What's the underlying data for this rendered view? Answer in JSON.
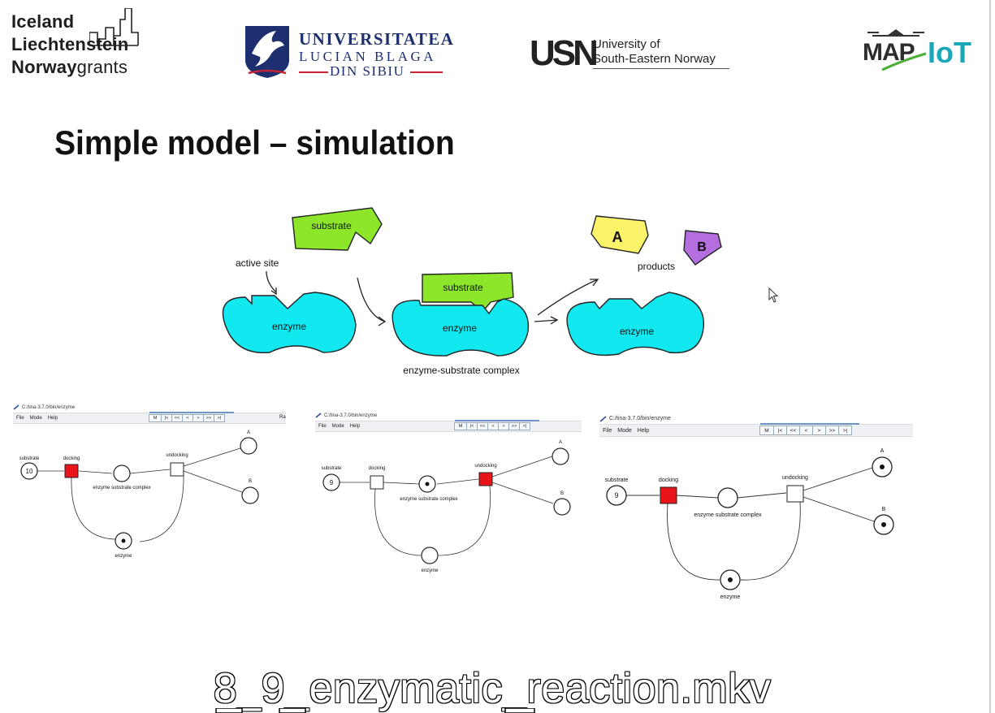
{
  "header": {
    "eea_grants": {
      "line1": "Iceland",
      "line2": "Liechtenstein",
      "line3_bold": "Norway",
      "line3_light": "grants"
    },
    "ulbs": {
      "line1": "UNIVERSITATEA",
      "line2": "LUCIAN BLAGA",
      "line3": "DIN SIBIU"
    },
    "usn": {
      "mark": "USN",
      "line1": "University of",
      "line2": "South-Eastern Norway"
    },
    "mapiot": {
      "text_left": "MAP",
      "text_right": "IoT"
    }
  },
  "slide": {
    "title": "Simple model – simulation"
  },
  "illustration": {
    "substrate_label": "substrate",
    "active_site_label": "active site",
    "enzyme_label": "enzyme",
    "complex_label": "enzyme-substrate complex",
    "product_a": "A",
    "product_b": "B",
    "products_label": "products"
  },
  "simulations": [
    {
      "title": "C:/tina-3.7.0/bin/enzyme",
      "menu": [
        "File",
        "Mode",
        "Help"
      ],
      "toolbar": [
        "M",
        "|<",
        "<<",
        "<",
        ">",
        ">>",
        ">|"
      ],
      "toolbar_extra": "Ra",
      "substrate_label": "substrate",
      "substrate_tokens": "10",
      "docking_label": "docking",
      "docking_enabled": true,
      "complex_label": "enzyme substrate complex",
      "complex_token": false,
      "undocking_label": "undocking",
      "undocking_enabled": false,
      "a_label": "A",
      "a_token": false,
      "b_label": "B",
      "b_token": false,
      "enzyme_label": "enzyme",
      "enzyme_token": true
    },
    {
      "title": "C:/tina-3.7.0/bin/enzyme",
      "menu": [
        "File",
        "Mode",
        "Help"
      ],
      "toolbar": [
        "M",
        "|<",
        "<<",
        "<",
        ">",
        ">>",
        ">|"
      ],
      "toolbar_extra": "",
      "substrate_label": "substrate",
      "substrate_tokens": "9",
      "docking_label": "docking",
      "docking_enabled": false,
      "complex_label": "enzyme substrate complex",
      "complex_token": true,
      "undocking_label": "undocking",
      "undocking_enabled": true,
      "a_label": "A",
      "a_token": false,
      "b_label": "B",
      "b_token": false,
      "enzyme_label": "enzyme",
      "enzyme_token": false
    },
    {
      "title": "C:/tina-3.7.0/bin/enzyme",
      "menu": [
        "File",
        "Mode",
        "Help"
      ],
      "toolbar": [
        "M",
        "|<",
        "<<",
        "<",
        ">",
        ">>",
        ">|"
      ],
      "toolbar_extra": "",
      "substrate_label": "substrate",
      "substrate_tokens": "9",
      "docking_label": "docking",
      "docking_enabled": true,
      "complex_label": "enzyme substrate complex",
      "complex_token": false,
      "undocking_label": "undocking",
      "undocking_enabled": false,
      "a_label": "A",
      "a_token": true,
      "b_label": "B",
      "b_token": true,
      "enzyme_label": "enzyme",
      "enzyme_token": true
    }
  ],
  "video_caption": "8_9_enzymatic_reaction.mkv",
  "colors": {
    "enzyme": "#12e8f0",
    "substrate": "#8ee62a",
    "product_a": "#fbf36a",
    "product_b": "#b46ee0",
    "enabled_transition": "#e8141a",
    "ulbs_blue": "#1d2f6e",
    "ulbs_red": "#c62334",
    "mapiot_teal": "#1aa7b8",
    "mapiot_green": "#4caf3a"
  }
}
